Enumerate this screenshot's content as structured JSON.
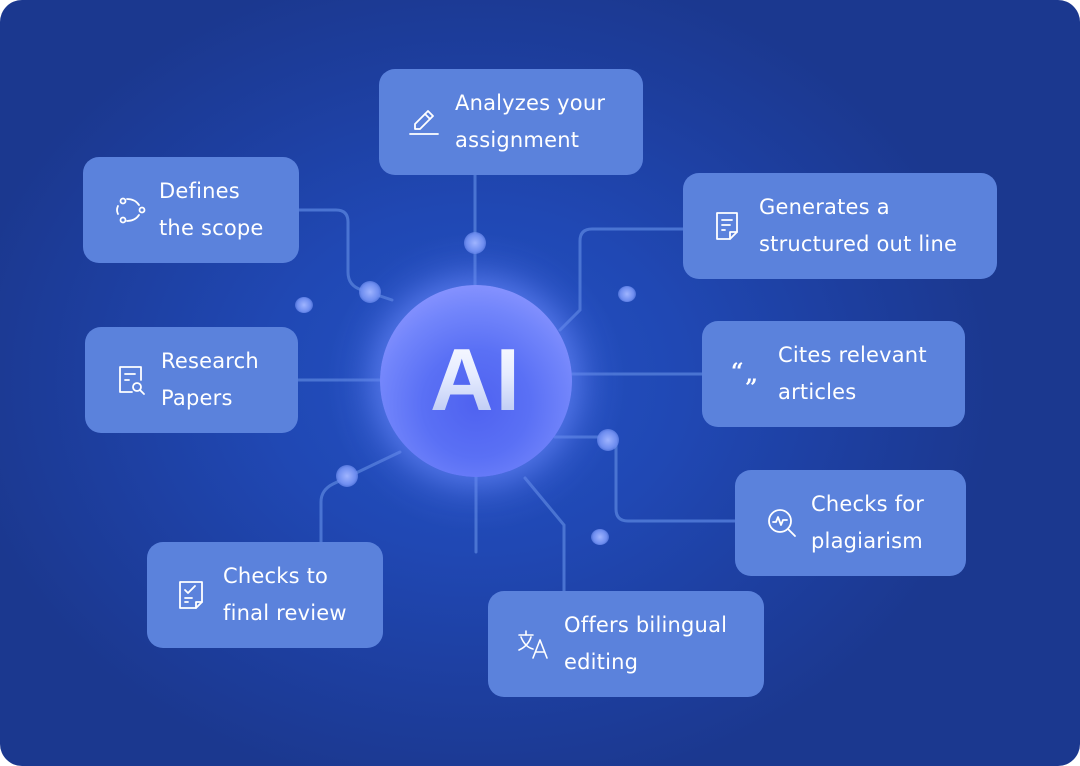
{
  "center": {
    "label": "AI"
  },
  "colors": {
    "background": "#1d3e9e",
    "node_fill": "#5b82dc",
    "orb": "#6b7ff8",
    "wire": "#4f79d6",
    "text": "#ffffff"
  },
  "nodes": [
    {
      "id": "analyzes",
      "icon": "pencil-icon",
      "line1": "Analyzes your",
      "line2": "assignment"
    },
    {
      "id": "scope",
      "icon": "scope-circle-icon",
      "line1": "Defines",
      "line2": "the scope"
    },
    {
      "id": "outline",
      "icon": "document-icon",
      "line1": "Generates a",
      "line2": "structured out line"
    },
    {
      "id": "research",
      "icon": "document-search-icon",
      "line1": "Research",
      "line2": "Papers"
    },
    {
      "id": "cites",
      "icon": "quote-icon",
      "line1": "Cites relevant",
      "line2": "articles"
    },
    {
      "id": "plagiarism",
      "icon": "magnifier-pulse-icon",
      "line1": "Checks for",
      "line2": "plagiarism"
    },
    {
      "id": "review",
      "icon": "checklist-document-icon",
      "line1": "Checks to",
      "line2": "final review"
    },
    {
      "id": "bilingual",
      "icon": "translate-icon",
      "line1": "Offers bilingual",
      "line2": "editing"
    }
  ]
}
